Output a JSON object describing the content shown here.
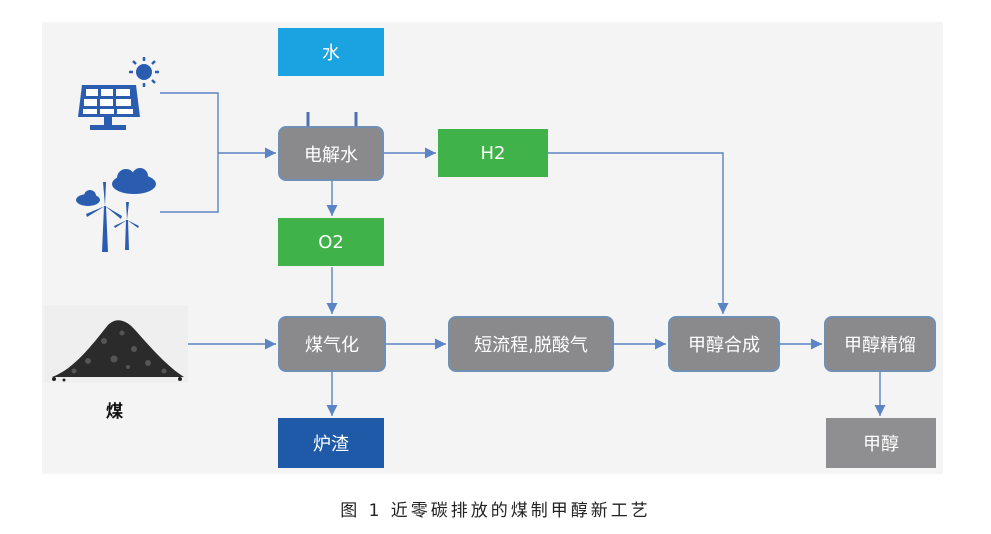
{
  "nodes": {
    "water": "水",
    "electrolysis": "电解水",
    "h2": "H2",
    "o2": "O2",
    "gasification": "煤气化",
    "short_process": "短流程,脱酸气",
    "methanol_synthesis": "甲醇合成",
    "methanol_distillation": "甲醇精馏",
    "methanol": "甲醇",
    "slag": "炉渣"
  },
  "coal_label": "煤",
  "caption": "图 1  近零碳排放的煤制甲醇新工艺",
  "icons": [
    "solar-panel-icon",
    "wind-turbine-icon",
    "coal-pile-icon"
  ],
  "colors": {
    "process_box": "#8a8a8c",
    "process_border": "#6f8fb5",
    "gas_box": "#3fb24a",
    "water_box": "#1aa3e0",
    "slag_box": "#1e5aa8",
    "arrow": "#5b84c4"
  }
}
